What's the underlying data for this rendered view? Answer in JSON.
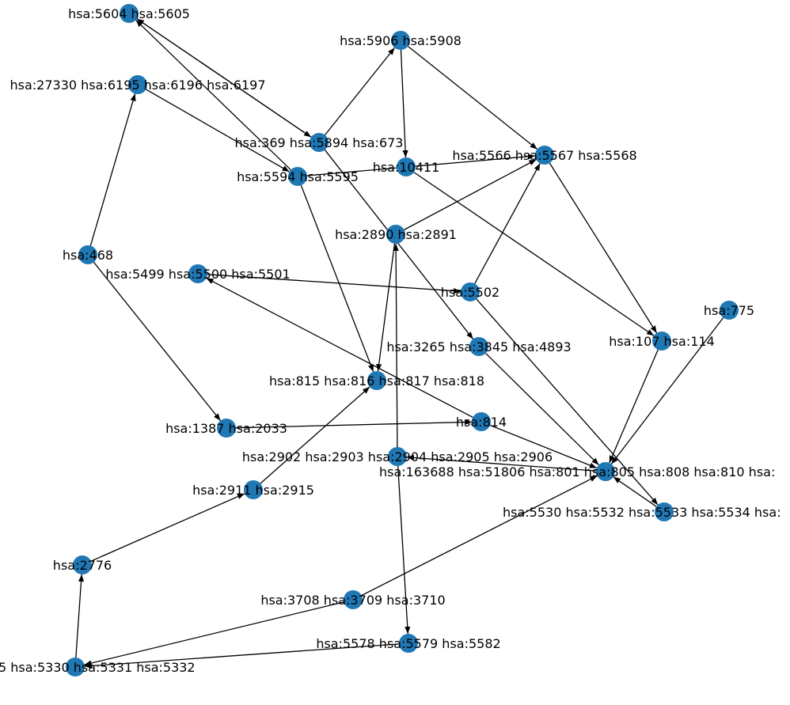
{
  "graph": {
    "node_color": "#1f77b4",
    "edge_color": "#000000",
    "directed": true,
    "nodes": [
      {
        "id": "n1",
        "label": "hsa:5604 hsa:5605"
      },
      {
        "id": "n2",
        "label": "hsa:5906 hsa:5908"
      },
      {
        "id": "n3",
        "label": "hsa:27330 hsa:6195 hsa:6196 hsa:6197"
      },
      {
        "id": "n4",
        "label": "hsa:369 hsa:5894 hsa:673"
      },
      {
        "id": "n5",
        "label": "hsa:5566 hsa:5567 hsa:5568"
      },
      {
        "id": "n6",
        "label": "hsa:10411"
      },
      {
        "id": "n7",
        "label": "hsa:5594 hsa:5595"
      },
      {
        "id": "n8",
        "label": "hsa:2890 hsa:2891"
      },
      {
        "id": "n9",
        "label": "hsa:468"
      },
      {
        "id": "n10",
        "label": "hsa:5499 hsa:5500 hsa:5501"
      },
      {
        "id": "n11",
        "label": "hsa:5502"
      },
      {
        "id": "n12",
        "label": "hsa:775"
      },
      {
        "id": "n13",
        "label": "hsa:107 hsa:114"
      },
      {
        "id": "n14",
        "label": "hsa:3265 hsa:3845 hsa:4893"
      },
      {
        "id": "n15",
        "label": "hsa:815 hsa:816 hsa:817 hsa:818"
      },
      {
        "id": "n16",
        "label": "hsa:1387 hsa:2033"
      },
      {
        "id": "n17",
        "label": "hsa:814"
      },
      {
        "id": "n18",
        "label": "hsa:2902 hsa:2903 hsa:2904 hsa:2905 hsa:2906"
      },
      {
        "id": "n19",
        "label": "hsa:163688 hsa:51806 hsa:801 hsa:805 hsa:808 hsa:810 hsa:"
      },
      {
        "id": "n20",
        "label": "hsa:5530 hsa:5532 hsa:5533 hsa:5534 hsa:"
      },
      {
        "id": "n21",
        "label": "hsa:2911 hsa:2915"
      },
      {
        "id": "n22",
        "label": "hsa:2776"
      },
      {
        "id": "n23",
        "label": "hsa:3708 hsa:3709 hsa:3710"
      },
      {
        "id": "n24",
        "label": "hsa:5578 hsa:5579 hsa:5582"
      },
      {
        "id": "n25",
        "label": "5 hsa:5330 hsa:5331 hsa:5332"
      }
    ],
    "edges": [
      [
        "n4",
        "n1"
      ],
      [
        "n1",
        "n4"
      ],
      [
        "n7",
        "n1"
      ],
      [
        "n4",
        "n2"
      ],
      [
        "n2",
        "n6"
      ],
      [
        "n2",
        "n5"
      ],
      [
        "n3",
        "n7"
      ],
      [
        "n9",
        "n3"
      ],
      [
        "n9",
        "n16"
      ],
      [
        "n4",
        "n14"
      ],
      [
        "n7",
        "n5"
      ],
      [
        "n6",
        "n13"
      ],
      [
        "n7",
        "n15"
      ],
      [
        "n8",
        "n5"
      ],
      [
        "n8",
        "n15"
      ],
      [
        "n18",
        "n8"
      ],
      [
        "n18",
        "n24"
      ],
      [
        "n10",
        "n11"
      ],
      [
        "n11",
        "n5"
      ],
      [
        "n11",
        "n20"
      ],
      [
        "n17",
        "n10"
      ],
      [
        "n5",
        "n13"
      ],
      [
        "n12",
        "n19"
      ],
      [
        "n13",
        "n19"
      ],
      [
        "n14",
        "n19"
      ],
      [
        "n17",
        "n19"
      ],
      [
        "n19",
        "n18"
      ],
      [
        "n16",
        "n17"
      ],
      [
        "n20",
        "n19"
      ],
      [
        "n23",
        "n19"
      ],
      [
        "n23",
        "n25"
      ],
      [
        "n24",
        "n25"
      ],
      [
        "n25",
        "n22"
      ],
      [
        "n22",
        "n21"
      ],
      [
        "n21",
        "n15"
      ]
    ]
  }
}
